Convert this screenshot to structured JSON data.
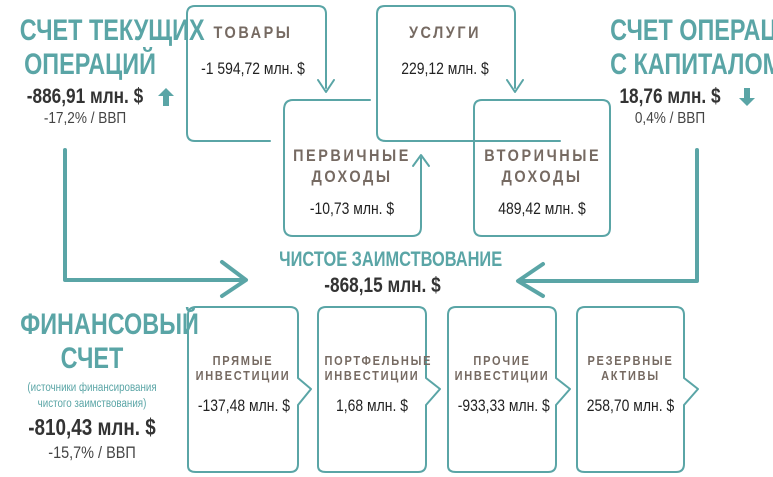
{
  "current_account": {
    "title_line1": "СЧЕТ ТЕКУЩИХ",
    "title_line2": "ОПЕРАЦИЙ",
    "amount": "-886,91 млн. $",
    "trend_icon": "arrow-up-icon",
    "gdp_share": "-17,2% / ВВП"
  },
  "capital_account": {
    "title_line1": "СЧЕТ ОПЕРАЦИЙ",
    "title_line2": "С КАПИТАЛОМ",
    "amount": "18,76 млн. $",
    "trend_icon": "arrow-down-icon",
    "gdp_share": "0,4% / ВВП"
  },
  "current_components": [
    {
      "label_line1": "ТОВАРЫ",
      "label_line2": "",
      "value": "-1 594,72 млн. $"
    },
    {
      "label_line1": "УСЛУГИ",
      "label_line2": "",
      "value": "229,12 млн. $"
    },
    {
      "label_line1": "ПЕРВИЧНЫЕ",
      "label_line2": "ДОХОДЫ",
      "value": "-10,73 млн. $"
    },
    {
      "label_line1": "ВТОРИЧНЫЕ",
      "label_line2": "ДОХОДЫ",
      "value": "489,42 млн. $"
    }
  ],
  "net_borrowing": {
    "title": "ЧИСТОЕ ЗАИМСТВОВАНИЕ",
    "amount": "-868,15 млн. $"
  },
  "financial_account": {
    "title_line1": "ФИНАНСОВЫЙ",
    "title_line2": "СЧЕТ",
    "note_line1": "(источники финансирования",
    "note_line2": "чистого заимствования)",
    "amount": "-810,43 млн. $",
    "gdp_share": "-15,7% / ВВП"
  },
  "financial_components": [
    {
      "label_line1": "ПРЯМЫЕ",
      "label_line2": "ИНВЕСТИЦИИ",
      "value": "-137,48 млн. $"
    },
    {
      "label_line1": "ПОРТФЕЛЬНЫЕ",
      "label_line2": "ИНВЕСТИЦИИ",
      "value": "1,68 млн. $"
    },
    {
      "label_line1": "ПРОЧИЕ",
      "label_line2": "ИНВЕСТИЦИИ",
      "value": "-933,33 млн. $"
    },
    {
      "label_line1": "РЕЗЕРВНЫЕ",
      "label_line2": "АКТИВЫ",
      "value": "258,70 млн. $"
    }
  ],
  "colors": {
    "accent": "#5aa5a6",
    "label": "#766a62",
    "text": "#333333"
  }
}
